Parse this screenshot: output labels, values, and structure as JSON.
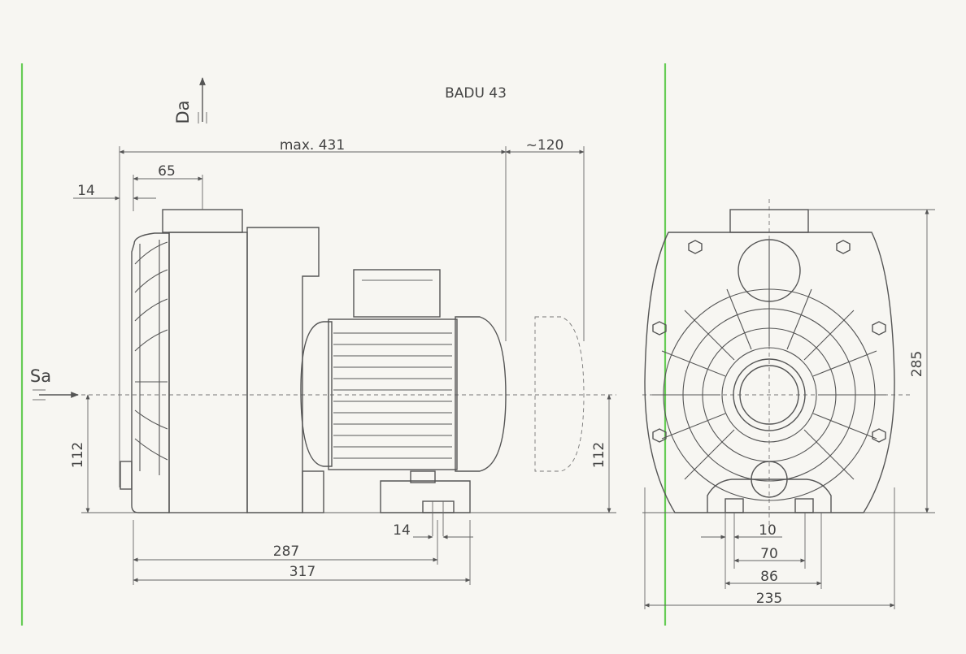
{
  "title": "BADU 43",
  "ports": {
    "discharge": "Da",
    "suction": "Sa"
  },
  "dimensions": {
    "overall_length": "max. 431",
    "motor_clearance": "~120",
    "top_offset": "65",
    "front_offset": "14",
    "axis_height_left": "112",
    "axis_height_right": "112",
    "foot_slot": "14",
    "foot_position": "287",
    "base_length": "317",
    "total_height": "285",
    "slot_width": "10",
    "bolt_spacing": "70",
    "foot_width": "86",
    "base_width": "235"
  },
  "colors": {
    "background": "#f7f6f2",
    "line": "#555555",
    "guide": "#66cc55"
  }
}
